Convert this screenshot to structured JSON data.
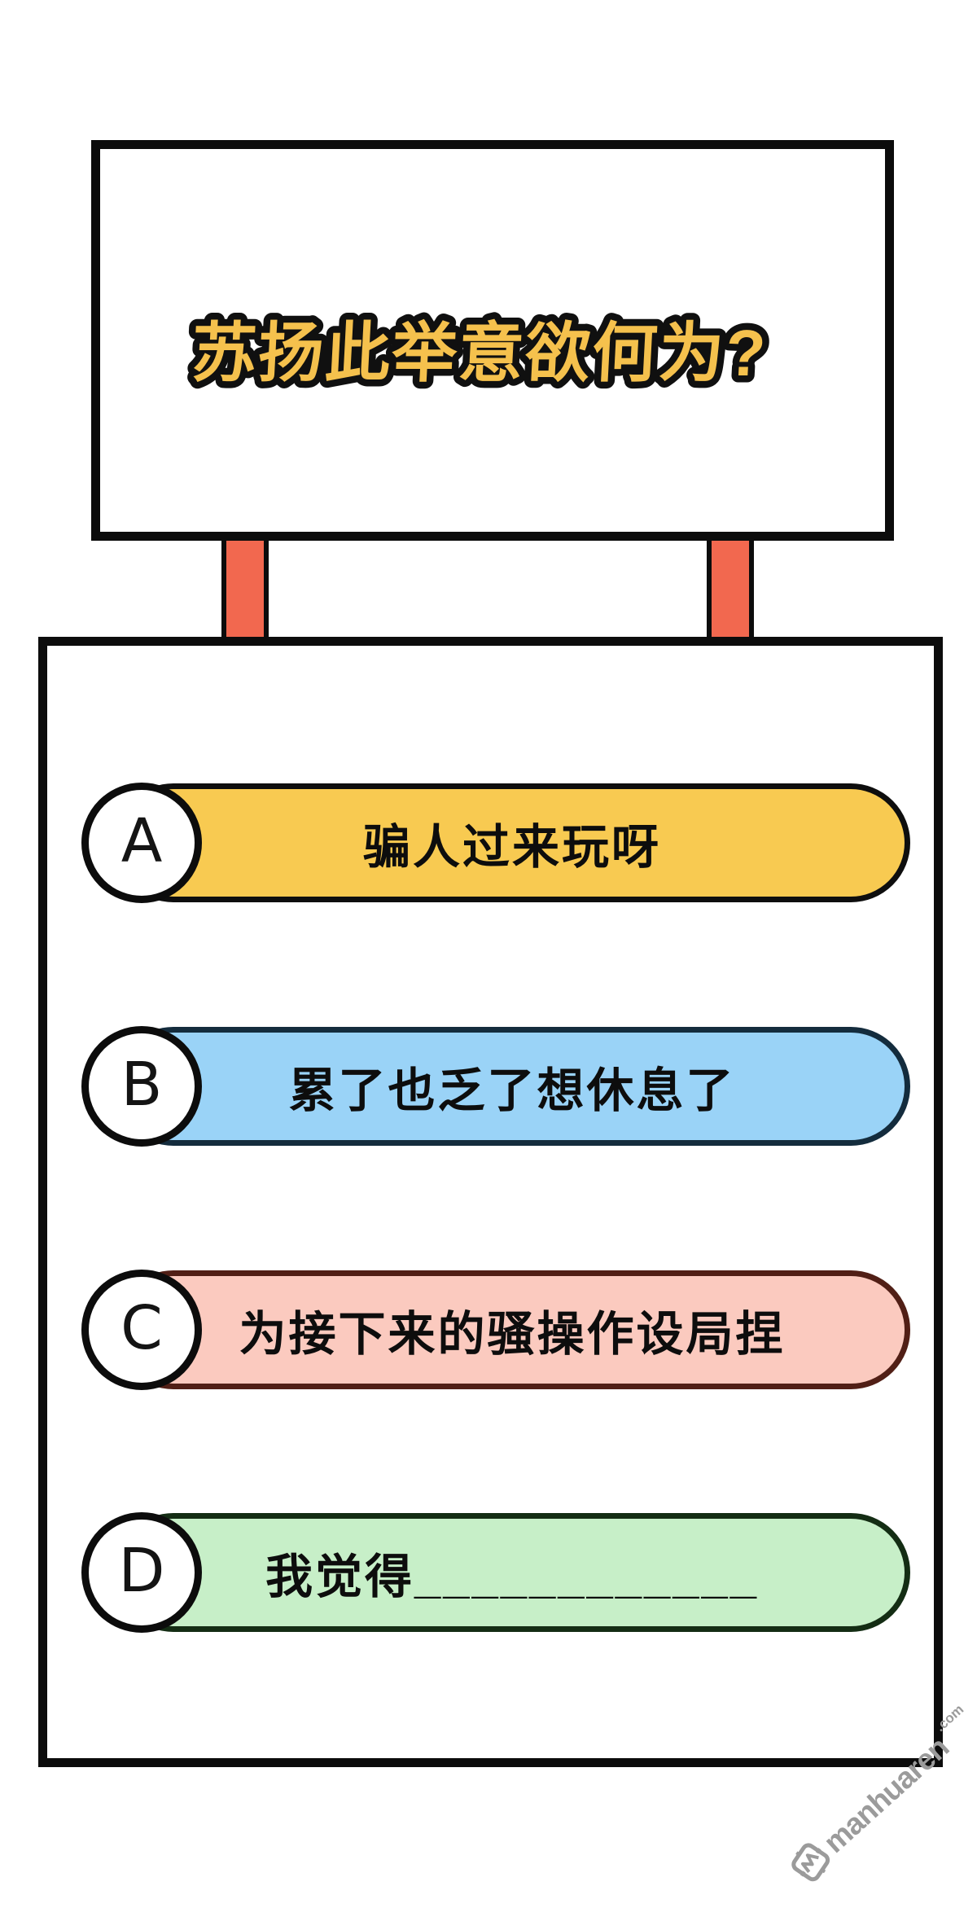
{
  "sign": {
    "title": "苏扬此举意欲何为?",
    "title_color": "#F5C14D"
  },
  "posts": {
    "color": "#F2684F"
  },
  "options": [
    {
      "letter": "A",
      "label": "骗人过来玩呀",
      "fill": "#F8CA51",
      "border": "#0E0E0E"
    },
    {
      "letter": "B",
      "label": "累了也乏了想休息了",
      "fill": "#9AD3F7",
      "border": "#142C3D"
    },
    {
      "letter": "C",
      "label": "为接下来的骚操作设局捏",
      "fill": "#FBCABF",
      "border": "#511F16"
    },
    {
      "letter": "D",
      "label": "我觉得____________",
      "fill": "#C7EFC8",
      "border": "#142D14"
    }
  ],
  "watermark": {
    "site": "manhuaren",
    "tld": ".com",
    "color": "#9B9B9B",
    "icon": "manhuaren-stamp-icon"
  }
}
